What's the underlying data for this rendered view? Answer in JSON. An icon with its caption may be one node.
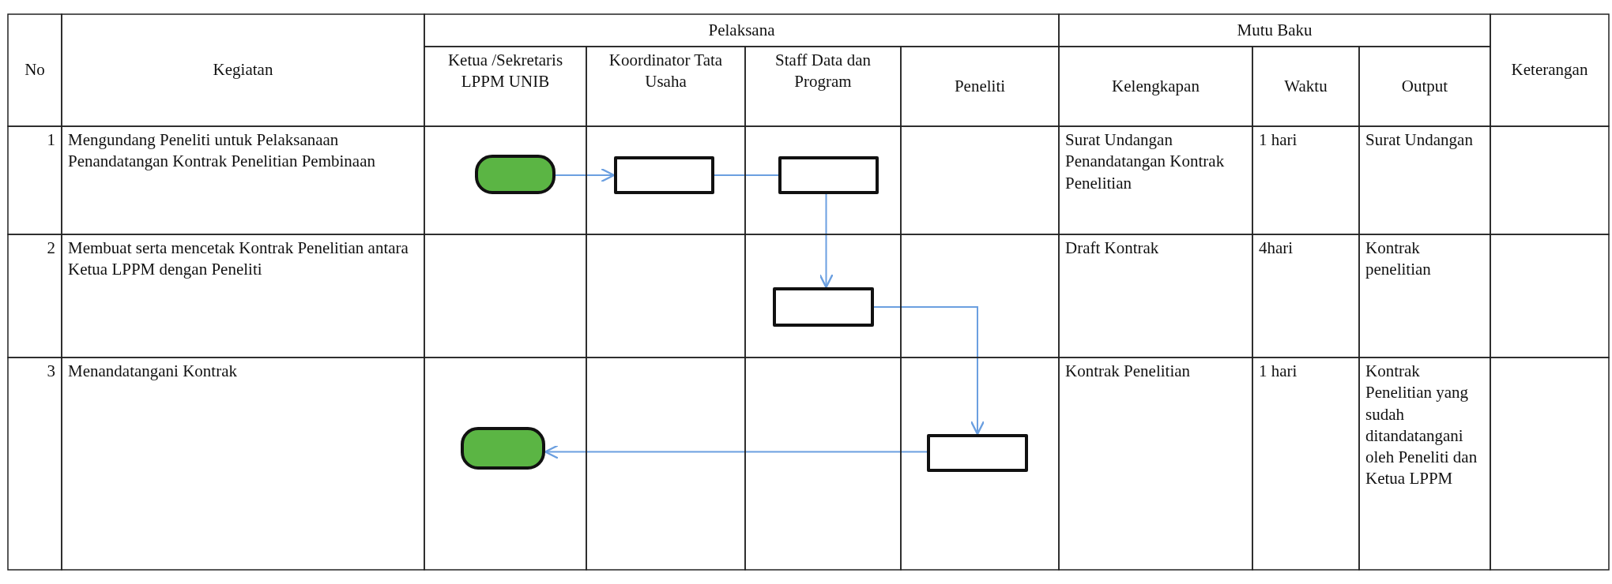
{
  "diagram": {
    "nodes": [
      {
        "text": [],
        "shape": "pill"
      },
      {
        "text": [],
        "shape": "box"
      },
      {
        "text": [],
        "shape": "box"
      },
      {
        "text": [],
        "shape": "box"
      },
      {
        "text": [],
        "shape": "box"
      },
      {
        "text": [],
        "shape": "pill"
      }
    ],
    "edges": [
      {
        "from": 0,
        "to": 1,
        "arrow": "to"
      },
      {
        "from": 1,
        "to": 2,
        "arrow": "none"
      },
      {
        "from": 2,
        "to": 3,
        "arrow": "to"
      },
      {
        "from": 3,
        "to": 4,
        "arrow": "to"
      },
      {
        "from": 4,
        "to": 5,
        "arrow": "to"
      }
    ],
    "labels": [
      "No",
      "Kegiatan",
      "Pelaksana",
      "Mutu Baku",
      "Keterangan",
      "Ketua /Sekretaris LPPM UNIB",
      "Koordinator Tata Usaha",
      "Staff Data dan Program",
      "Peneliti",
      "Kelengkapan",
      "Waktu",
      "Output",
      "1",
      "Mengundang Peneliti untuk Pelaksanaan Penandatangan Kontrak Penelitian Pembinaan",
      "Surat Undangan Penandatangan Kontrak Penelitian",
      "1 hari",
      "Surat Undangan",
      "2",
      "Membuat serta mencetak Kontrak Penelitian antara Ketua LPPM dengan Peneliti",
      "Draft Kontrak",
      "4hari",
      "Kontrak penelitian",
      "3",
      "Menandatangani Kontrak",
      "Kontrak Penelitian",
      "1 hari",
      "Kontrak Penelitian yang sudah ditandatangani oleh Peneliti dan Ketua LPPM"
    ]
  }
}
